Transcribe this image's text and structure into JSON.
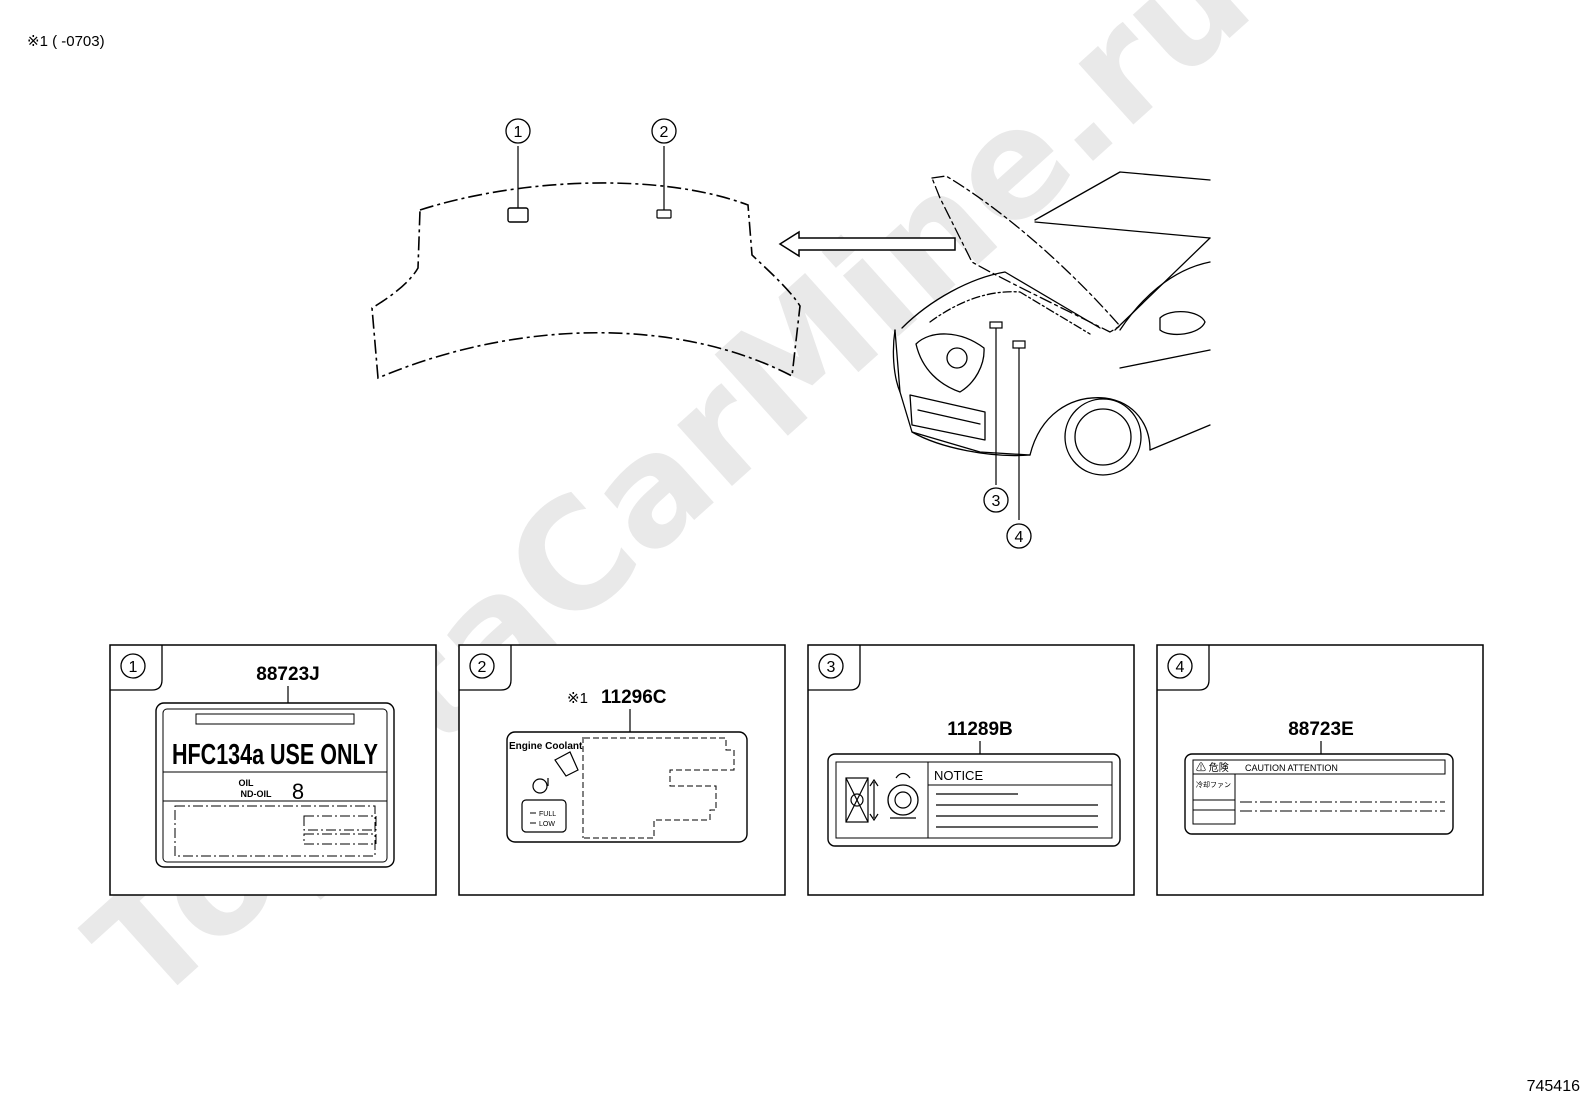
{
  "header": {
    "note": "※1 (      -0703)"
  },
  "footer": {
    "figure_number": "745416"
  },
  "watermark": "ToyotaCarMine.ru",
  "callouts": {
    "c1": "1",
    "c2": "2",
    "c3": "3",
    "c4": "4"
  },
  "panels": [
    {
      "index": "1",
      "part_number": "88723J",
      "label_main": "HFC134a USE ONLY",
      "label_oil_1": "OIL",
      "label_oil_2": "ND-OIL",
      "label_oil_value": "8"
    },
    {
      "index": "2",
      "part_prefix": "※1",
      "part_number": "11296C",
      "label_title": "Engine Coolant",
      "label_full": "FULL",
      "label_low": "LOW"
    },
    {
      "index": "3",
      "part_number": "11289B",
      "label_title": "NOTICE"
    },
    {
      "index": "4",
      "part_number": "88723E",
      "label_danger": "⚠ 危険",
      "label_title": "CAUTION  ATTENTION",
      "label_row": "冷却ファン"
    }
  ],
  "colors": {
    "line": "#000000",
    "watermark": "#e9e9e9",
    "background": "#ffffff"
  }
}
